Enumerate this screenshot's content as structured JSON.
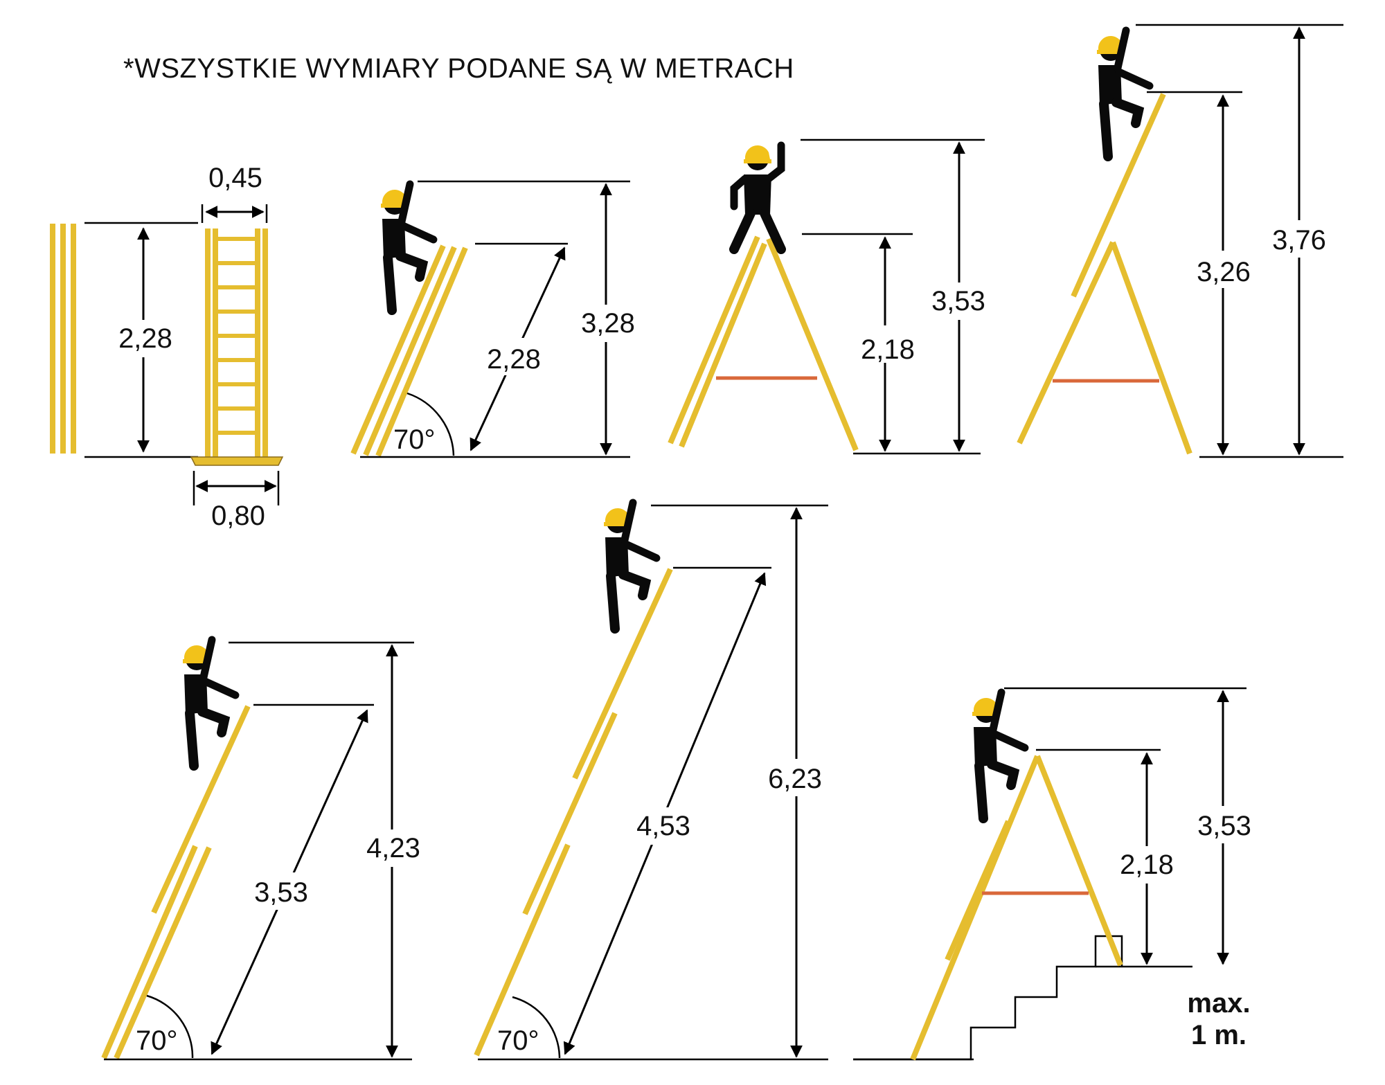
{
  "header": {
    "note": "*WSZYSTKIE WYMIARY PODANE SĄ W METRACH"
  },
  "colors": {
    "ladder": "#e5bd2f",
    "tie_bar": "#d9683a",
    "helmet": "#f2c21a",
    "figure": "#0a0a0a",
    "lines": "#000000"
  },
  "icons": [
    "worker-figure-icon",
    "helmet-icon",
    "ladder-icon",
    "stairs-icon",
    "arrow-icon"
  ],
  "folded": {
    "height": "2,28",
    "top_width": "0,45",
    "base_width": "0,80"
  },
  "config_1": {
    "length": "2,28",
    "height": "3,28",
    "angle": "70°"
  },
  "config_2": {
    "standing": "2,18",
    "reach": "3,53"
  },
  "config_3": {
    "standing": "3,26",
    "reach": "3,76"
  },
  "config_4": {
    "length": "3,53",
    "reach": "4,23",
    "angle": "70°"
  },
  "config_5": {
    "length": "4,53",
    "reach": "6,23",
    "angle": "70°"
  },
  "config_6": {
    "standing": "2,18",
    "reach": "3,53",
    "max_line1": "max.",
    "max_line2": "1 m."
  }
}
